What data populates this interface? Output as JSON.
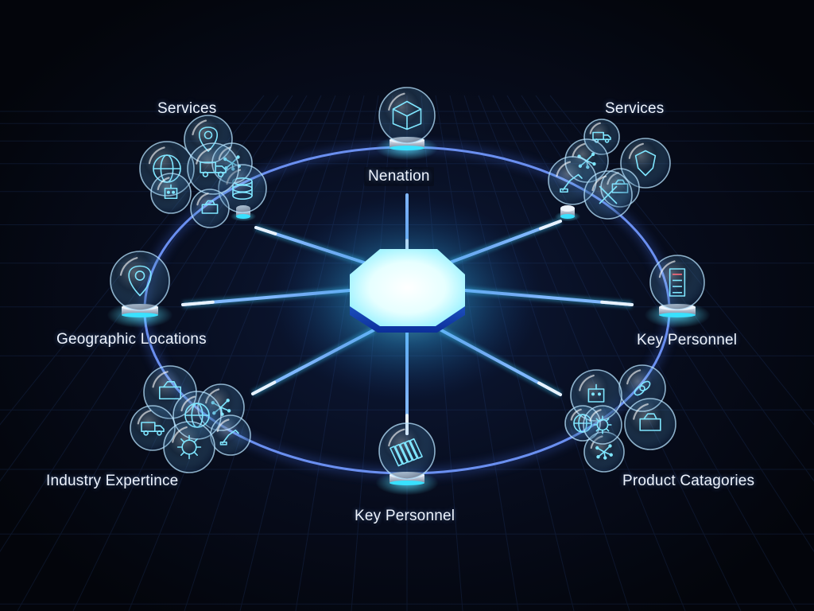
{
  "center": {
    "icon": "hexagon-hub-icon"
  },
  "nodes": [
    {
      "id": "services-left",
      "label": "Services",
      "icons": [
        "globe-icon",
        "location-pin-icon",
        "network-icon",
        "database-icon",
        "robot-icon",
        "truck-icon",
        "machine-icon"
      ]
    },
    {
      "id": "navigation-top",
      "label": "Nenation",
      "icons": [
        "cube-icon"
      ]
    },
    {
      "id": "services-right",
      "label": "Services",
      "icons": [
        "truck-icon",
        "network-icon",
        "shield-icon",
        "robot-arm-icon",
        "machine-icon",
        "tools-icon"
      ]
    },
    {
      "id": "geographic-locations",
      "label": "Geographic Locations",
      "icons": [
        "location-pin-icon"
      ]
    },
    {
      "id": "key-personnel-right",
      "label": "Key Personnel",
      "icons": [
        "document-icon"
      ]
    },
    {
      "id": "industry-expertise",
      "label": "Industry Expertince",
      "icons": [
        "network-icon",
        "machine-icon",
        "globe-icon",
        "robot-arm-icon",
        "truck-icon",
        "gear-icon"
      ]
    },
    {
      "id": "product-categories",
      "label": "Product Catagories",
      "icons": [
        "link-icon",
        "robot-icon",
        "globe-icon",
        "network-icon",
        "machine-icon",
        "gear-icon"
      ]
    },
    {
      "id": "key-personnel-bottom",
      "label": "Key Personnel",
      "icons": [
        "books-icon"
      ]
    }
  ],
  "colors": {
    "background": "#05070f",
    "ring": "#5f86e8",
    "accent": "#34d6f0",
    "hub": "#e8ffff",
    "glass": "#9fd8ff"
  }
}
